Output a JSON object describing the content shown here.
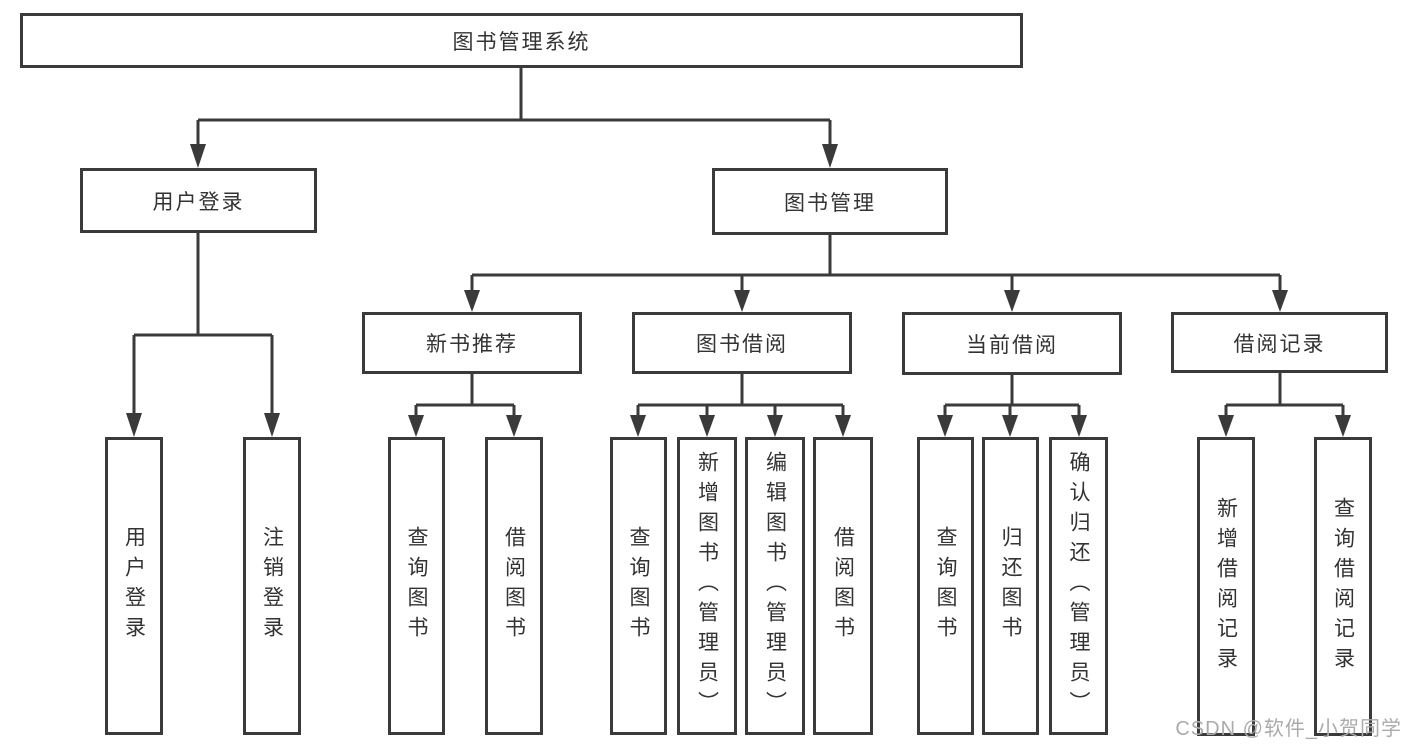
{
  "diagram_title": "图书管理系统",
  "nodes": {
    "root": "图书管理系统",
    "user_login": "用户登录",
    "book_mgmt": "图书管理",
    "new_book_rec": "新书推荐",
    "book_borrowing": "图书借阅",
    "current_borrowing": "当前借阅",
    "borrowing_records": "借阅记录",
    "leaf_user_login": "用户登录",
    "leaf_logout": "注销登录",
    "leaf_nbr_query_books": "查询图书",
    "leaf_nbr_borrow_books": "借阅图书",
    "leaf_bb_query_books": "查询图书",
    "leaf_bb_add_books_admin": "新增图书（管理员）",
    "leaf_bb_edit_books_admin": "编辑图书（管理员）",
    "leaf_bb_borrow_books": "借阅图书",
    "leaf_cb_query_books": "查询图书",
    "leaf_cb_return_books": "归还图书",
    "leaf_cb_confirm_return_admin": "确认归还（管理员）",
    "leaf_br_add_record": "新增借阅记录",
    "leaf_br_query_record": "查询借阅记录"
  },
  "hierarchy": {
    "图书管理系统": {
      "用户登录": [
        "用户登录",
        "注销登录"
      ],
      "图书管理": {
        "新书推荐": [
          "查询图书",
          "借阅图书"
        ],
        "图书借阅": [
          "查询图书",
          "新增图书（管理员）",
          "编辑图书（管理员）",
          "借阅图书"
        ],
        "当前借阅": [
          "查询图书",
          "归还图书",
          "确认归还（管理员）"
        ],
        "借阅记录": [
          "新增借阅记录",
          "查询借阅记录"
        ]
      }
    }
  },
  "watermark": "CSDN @软件_小贺同学",
  "colors": {
    "line": "#3a3a3a",
    "text": "#333333",
    "watermark": "#ababab",
    "background": "#ffffff"
  }
}
